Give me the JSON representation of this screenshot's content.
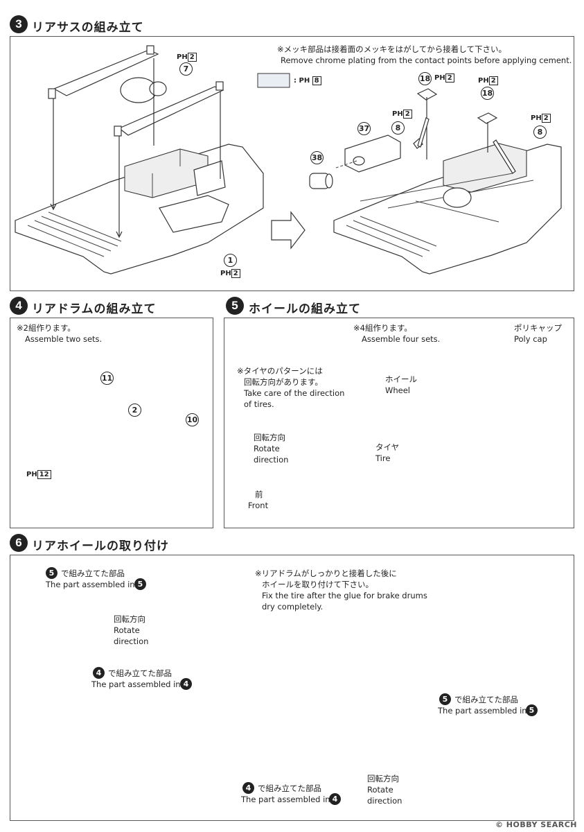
{
  "step3": {
    "num": "3",
    "title": "リアサスの組み立て",
    "note_jp": "※メッキ部品は接着面のメッキをはがしてから接着して下さい。",
    "note_en": "Remove chrome plating from the contact points before applying cement.",
    "legend_sep": ":",
    "ph_prefix": "PH",
    "ph_legend": "8",
    "ph_a": "2",
    "ph_b": "2",
    "ph_c": "2",
    "ph_d": "2",
    "ph_e": "2",
    "part_7": "7",
    "part_1": "1",
    "part_18a": "18",
    "part_18b": "18",
    "part_37": "37",
    "part_8a": "8",
    "part_8b": "8",
    "part_38": "38"
  },
  "step4": {
    "num": "4",
    "title": "リアドラムの組み立て",
    "note_jp": "※2組作ります。",
    "note_en": "Assemble two sets.",
    "part_11": "11",
    "part_2": "2",
    "part_10": "10",
    "ph_prefix": "PH",
    "ph": "12"
  },
  "step5": {
    "num": "5",
    "title": "ホイールの組み立て",
    "note_jp": "※4組作ります。",
    "note_en": "Assemble four sets.",
    "polycap_jp": "ポリキャップ",
    "polycap_en": "Poly cap",
    "wheel_jp": "ホイール",
    "wheel_en": "Wheel",
    "tire_jp": "タイヤ",
    "tire_en": "Tire",
    "inset_jp1": "※タイヤのパターンには",
    "inset_jp2": "回転方向があります。",
    "inset_en1": "Take care of the direction",
    "inset_en2": "of tires.",
    "rotate_jp": "回転方向",
    "rotate_en1": "Rotate",
    "rotate_en2": "direction",
    "front_jp": "前",
    "front_en": "Front"
  },
  "step6": {
    "num": "6",
    "title": "リアホイールの取り付け",
    "note_jp1": "※リアドラムがしっかりと接着した後に",
    "note_jp2": "ホイールを取り付けて下さい。",
    "note_en1": "Fix the tire after the glue for brake drums",
    "note_en2": "dry completely.",
    "a5_num": "5",
    "a5_jp": "で組み立てた部品",
    "a5_en": "The part assembled in",
    "rotate_jp": "回転方向",
    "rotate_en1": "Rotate",
    "rotate_en2": "direction",
    "a4_num": "4",
    "a4_jp": "で組み立てた部品",
    "a4_en": "The part assembled in",
    "b5_num": "5",
    "b5_jp": "で組み立てた部品",
    "b5_en": "The part assembled in",
    "b4_num": "4",
    "b4_jp": "で組み立てた部品",
    "b4_en": "The part assembled in",
    "rotate2_jp": "回転方向",
    "rotate2_en1": "Rotate",
    "rotate2_en2": "direction"
  },
  "watermark": "© HOBBY SEARCH"
}
